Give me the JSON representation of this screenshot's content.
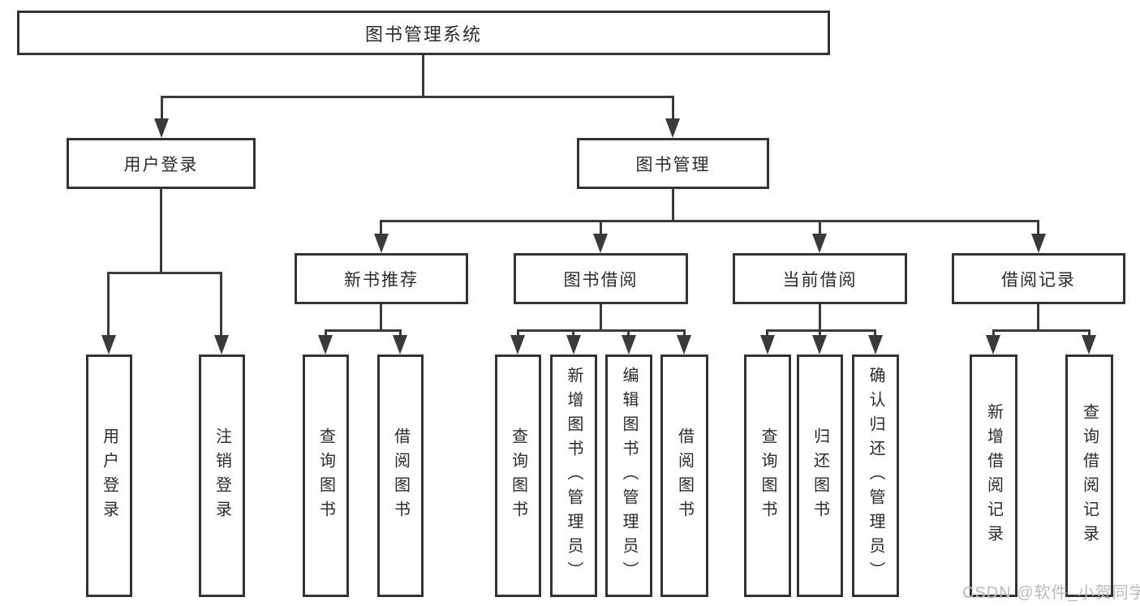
{
  "tree": {
    "label": "图书管理系统",
    "children": [
      {
        "label": "用户登录",
        "children": [
          {
            "label": "用户登录"
          },
          {
            "label": "注销登录"
          }
        ]
      },
      {
        "label": "图书管理",
        "children": [
          {
            "label": "新书推荐",
            "children": [
              {
                "label": "查询图书"
              },
              {
                "label": "借阅图书"
              }
            ]
          },
          {
            "label": "图书借阅",
            "children": [
              {
                "label": "查询图书"
              },
              {
                "label": "新增图书（管理员）"
              },
              {
                "label": "编辑图书（管理员）"
              },
              {
                "label": "借阅图书"
              }
            ]
          },
          {
            "label": "当前借阅",
            "children": [
              {
                "label": "查询图书"
              },
              {
                "label": "归还图书"
              },
              {
                "label": "确认归还（管理员）"
              }
            ]
          },
          {
            "label": "借阅记录",
            "children": [
              {
                "label": "新增借阅记录"
              },
              {
                "label": "查询借阅记录"
              }
            ]
          }
        ]
      }
    ]
  },
  "watermark": {
    "text": "CSDN @软件_小贺同学"
  },
  "colors": {
    "line": "#3a3a3a",
    "box_border": "#333333",
    "text": "#2b2b2b",
    "watermark": "#b7bcc3",
    "background": "#ffffff"
  }
}
